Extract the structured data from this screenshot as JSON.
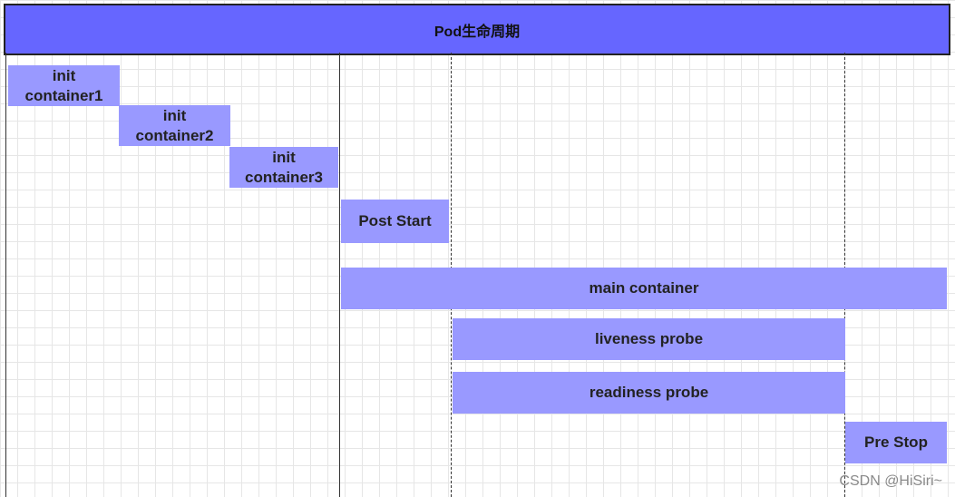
{
  "diagram": {
    "title": "Pod生命周期",
    "stages": [
      {
        "id": "init1",
        "label": "init\ncontainer1"
      },
      {
        "id": "init2",
        "label": "init\ncontainer2"
      },
      {
        "id": "init3",
        "label": "init\ncontainer3"
      },
      {
        "id": "post_start",
        "label": "Post Start"
      },
      {
        "id": "main",
        "label": "main container"
      },
      {
        "id": "liveness",
        "label": "liveness probe"
      },
      {
        "id": "readiness",
        "label": "readiness probe"
      },
      {
        "id": "pre_stop",
        "label": "Pre Stop"
      }
    ]
  },
  "watermark": "CSDN @HiSiri~",
  "colors": {
    "header": "#6666ff",
    "bar": "#9999ff",
    "grid": "#e6e6e6"
  }
}
